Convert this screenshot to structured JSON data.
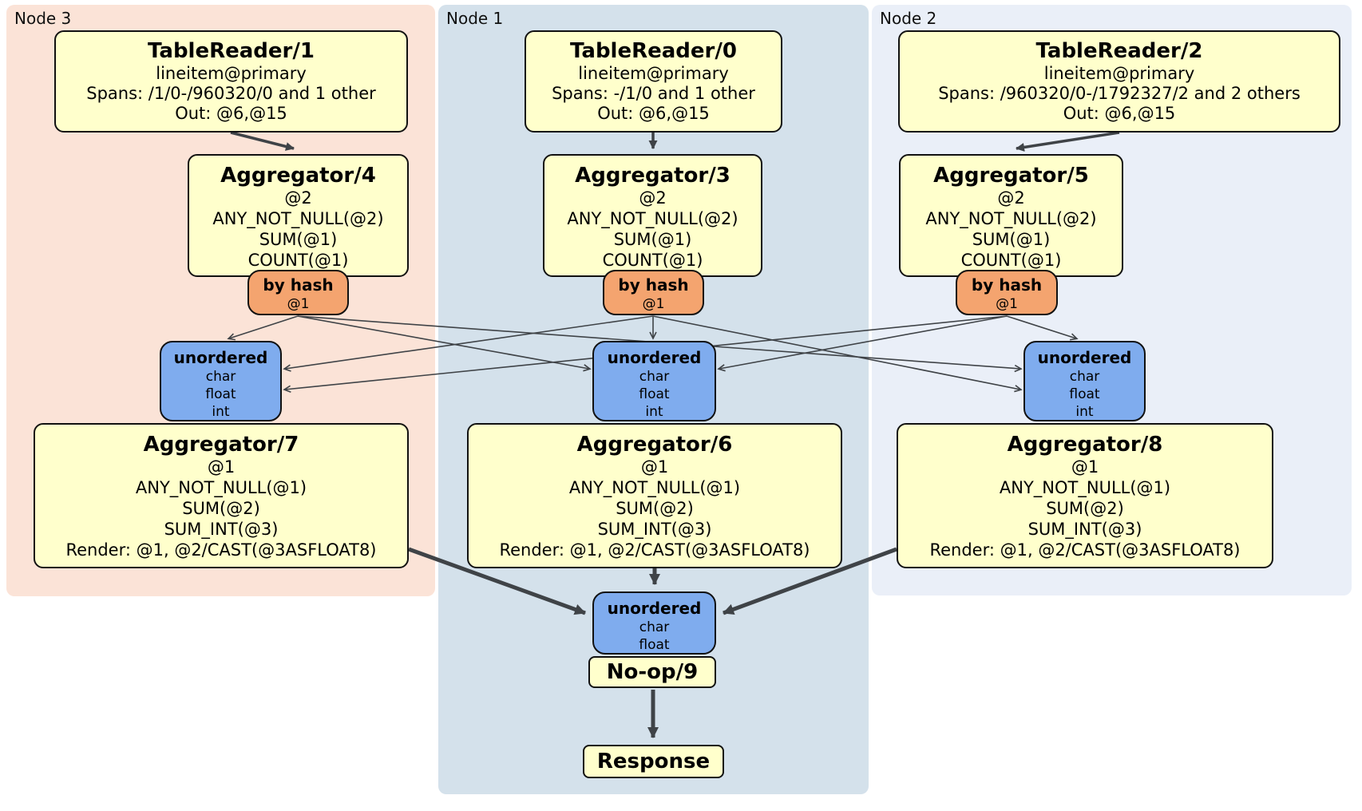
{
  "nodes": {
    "node3": {
      "label": "Node 3"
    },
    "node1": {
      "label": "Node 1"
    },
    "node2": {
      "label": "Node 2"
    }
  },
  "boxes": {
    "tablereader1": {
      "title": "TableReader/1",
      "lines": [
        "lineitem@primary",
        "Spans: /1/0-/960320/0 and 1 other",
        "Out: @6,@15"
      ]
    },
    "tablereader0": {
      "title": "TableReader/0",
      "lines": [
        "lineitem@primary",
        "Spans: -/1/0 and 1 other",
        "Out: @6,@15"
      ]
    },
    "tablereader2": {
      "title": "TableReader/2",
      "lines": [
        "lineitem@primary",
        "Spans: /960320/0-/1792327/2 and 2 others",
        "Out: @6,@15"
      ]
    },
    "aggregator4": {
      "title": "Aggregator/4",
      "lines": [
        "@2",
        "ANY_NOT_NULL(@2)",
        "SUM(@1)",
        "COUNT(@1)"
      ]
    },
    "aggregator3": {
      "title": "Aggregator/3",
      "lines": [
        "@2",
        "ANY_NOT_NULL(@2)",
        "SUM(@1)",
        "COUNT(@1)"
      ]
    },
    "aggregator5": {
      "title": "Aggregator/5",
      "lines": [
        "@2",
        "ANY_NOT_NULL(@2)",
        "SUM(@1)",
        "COUNT(@1)"
      ]
    },
    "router3": {
      "title": "by hash",
      "lines": [
        "@1"
      ]
    },
    "router1": {
      "title": "by hash",
      "lines": [
        "@1"
      ]
    },
    "router2": {
      "title": "by hash",
      "lines": [
        "@1"
      ]
    },
    "sync3": {
      "title": "unordered",
      "lines": [
        "char",
        "float",
        "int"
      ]
    },
    "sync1": {
      "title": "unordered",
      "lines": [
        "char",
        "float",
        "int"
      ]
    },
    "sync2": {
      "title": "unordered",
      "lines": [
        "char",
        "float",
        "int"
      ]
    },
    "aggregator7": {
      "title": "Aggregator/7",
      "lines": [
        "@1",
        "ANY_NOT_NULL(@1)",
        "SUM(@2)",
        "SUM_INT(@3)",
        "Render: @1, @2/CAST(@3ASFLOAT8)"
      ]
    },
    "aggregator6": {
      "title": "Aggregator/6",
      "lines": [
        "@1",
        "ANY_NOT_NULL(@1)",
        "SUM(@2)",
        "SUM_INT(@3)",
        "Render: @1, @2/CAST(@3ASFLOAT8)"
      ]
    },
    "aggregator8": {
      "title": "Aggregator/8",
      "lines": [
        "@1",
        "ANY_NOT_NULL(@1)",
        "SUM(@2)",
        "SUM_INT(@3)",
        "Render: @1, @2/CAST(@3ASFLOAT8)"
      ]
    },
    "sync_final": {
      "title": "unordered",
      "lines": [
        "char",
        "float"
      ]
    },
    "noop": {
      "title": "No-op/9"
    },
    "response": {
      "title": "Response"
    }
  },
  "colors": {
    "band_node3": "#FBE3D7",
    "band_node1": "#D4E1EB",
    "band_node2": "#EAEFF8",
    "operator_fill": "#FFFFCC",
    "router_fill": "#F4A46F",
    "sync_fill": "#7FACEE",
    "edge": "#3F4347"
  }
}
